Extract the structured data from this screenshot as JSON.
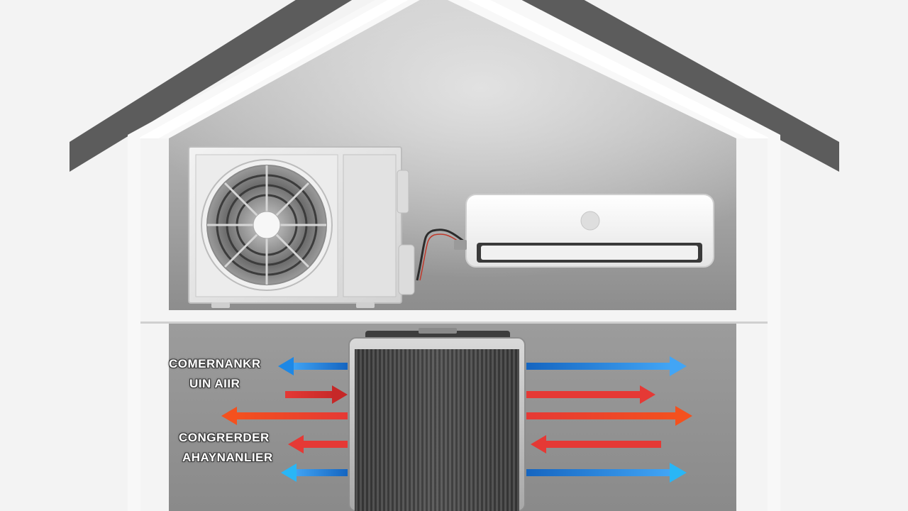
{
  "labels": {
    "upper_left": [
      "COMERNANKR",
      "UIN AIIR"
    ],
    "lower_left": [
      "CONGRERDER",
      "AHAYNANLIER"
    ]
  },
  "colors": {
    "roof": "#5f5f5f",
    "house_frame": "#f7f7f7",
    "upper_room": "#8a8a8a",
    "lower_room": "#9a9a9a",
    "cool_arrow": "#1e88e5",
    "warm_arrow": "#e53935",
    "orange_arrow": "#f4511e",
    "outdoor_unit": "#e6e6e6",
    "indoor_unit": "#fafafa",
    "radiator": "#4a4a4a"
  },
  "components": {
    "outdoor_unit": "condenser-unit-with-fan",
    "indoor_unit": "wall-mounted-split-ac",
    "radiator": "heat-exchanger-coil"
  }
}
